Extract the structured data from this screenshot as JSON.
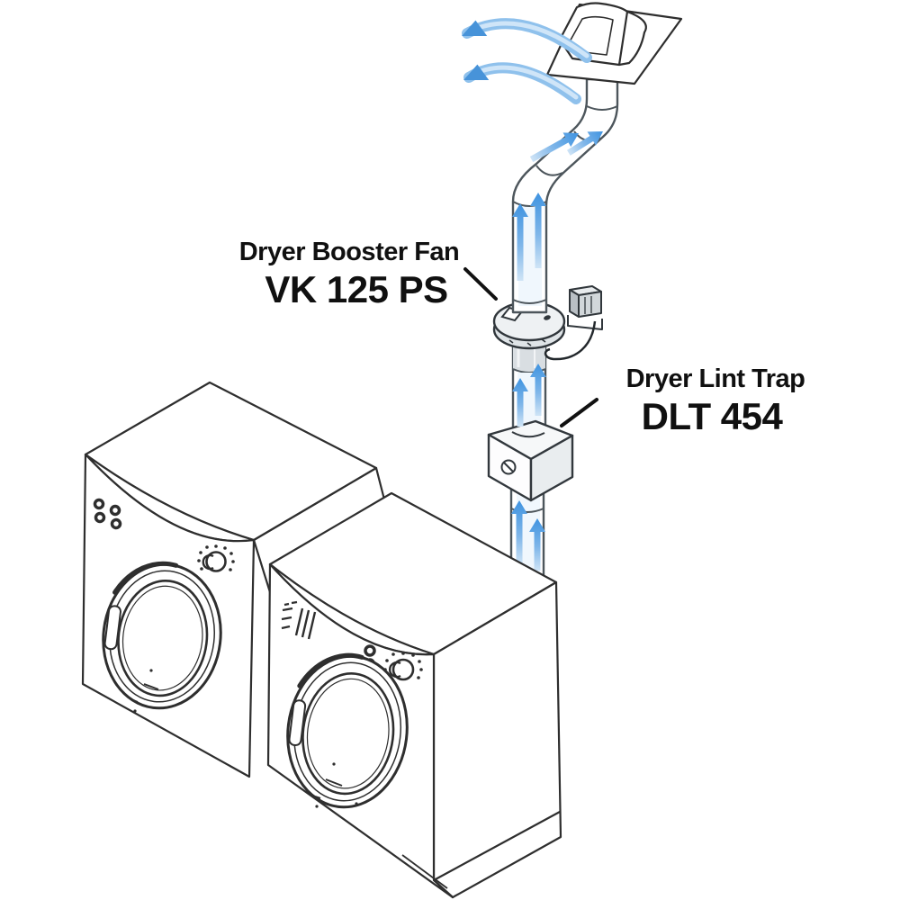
{
  "diagram": {
    "labels": {
      "booster_fan_name": "Dryer Booster Fan",
      "booster_fan_model": "VK 125 PS",
      "lint_trap_name": "Dryer Lint Trap",
      "lint_trap_model": "DLT 454"
    },
    "components": {
      "vent": "roof-vent-hood",
      "duct": "exhaust-duct",
      "fan": "dryer-booster-fan",
      "trap": "dryer-lint-trap",
      "dryers": "two-clothes-dryers"
    },
    "colors": {
      "airflow_blue": "#4793d9",
      "airflow_blue_light": "#cfe4f6",
      "line_color": "#2e2e2e",
      "duct_line": "#4d565c"
    }
  }
}
